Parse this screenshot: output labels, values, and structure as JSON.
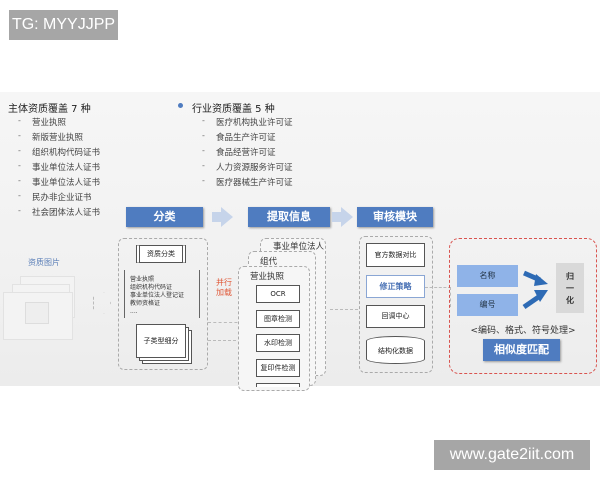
{
  "watermark_top": "TG: MYYJJPP",
  "watermark_bottom": "www.gate2iit.com",
  "left_list": {
    "title": "主体资质覆盖 7 种",
    "items": [
      "营业执照",
      "新版营业执照",
      "组织机构代码证书",
      "事业单位法人证书",
      "事业单位法人证书",
      "民办非企业证书",
      "社会团体法人证书"
    ]
  },
  "right_list": {
    "title": "行业资质覆盖 5 种",
    "items": [
      "医疗机构执业许可证",
      "食品生产许可证",
      "食品经营许可证",
      "人力资源服务许可证",
      "医疗器械生产许可证"
    ]
  },
  "dash": "-",
  "image_label": "资质图片",
  "stages": {
    "classify": "分类",
    "extract": "提取信息",
    "audit": "审核模块"
  },
  "classify": {
    "box": "资质分类",
    "list": [
      "营业执照",
      "组织机构代码证",
      "事业单位法人登记证",
      "教师资格证",
      "...."
    ],
    "sub": "子类型细分"
  },
  "parallel": [
    "并行",
    "加载"
  ],
  "extract": {
    "stack": [
      "事业单位法人",
      "组代",
      "营业执照"
    ],
    "steps": [
      "OCR",
      "图章检测",
      "水印检测",
      "复印件检测"
    ]
  },
  "audit": {
    "items": [
      "官方数据对比",
      "修正策略",
      "回调中心",
      "结构化数据"
    ]
  },
  "normalize": {
    "name": "名称",
    "code": "编号",
    "result": [
      "归",
      "一",
      "化"
    ],
    "note": "<编码、格式、符号处理>",
    "match": "相似度匹配"
  },
  "colors": {
    "blue_header": "#4f7cc0",
    "light_blue": "#8fb3e8",
    "red_dash": "#d9534f",
    "parallel_text": "#e05a3a"
  }
}
